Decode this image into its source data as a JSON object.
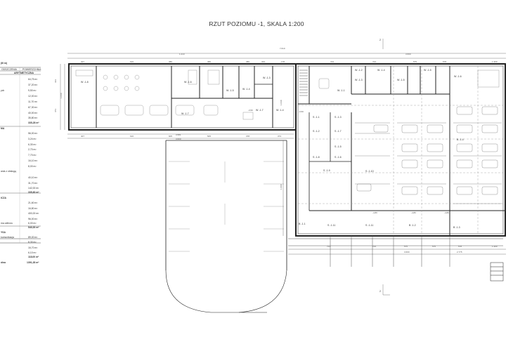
{
  "title": "RZUT POZIOMU -1, SKALA 1:200",
  "legend": {
    "header_fragment": "(III m)",
    "col_left": "ODSZCZENIA",
    "col_right": "POWIERZCHNIA",
    "sections": [
      {
        "title": "ARYTMETYCZNA",
        "rows": [
          {
            "name": "",
            "value": "64,75 m²"
          },
          {
            "name": "",
            "value": "37,20 m²"
          },
          {
            "name": "ych",
            "value": "9,50 m²"
          },
          {
            "name": "",
            "value": "12,00 m²"
          },
          {
            "name": "",
            "value": "11,70 m²"
          },
          {
            "name": "",
            "value": "67,30 m²"
          },
          {
            "name": "",
            "value": "40,00 m²"
          },
          {
            "name": "",
            "value": "35,80 m²"
          }
        ],
        "total": "335,28 m²"
      },
      {
        "title": "MA",
        "rows": [
          {
            "name": "",
            "value": "56,00 m²"
          },
          {
            "name": "",
            "value": "3,24 m²"
          },
          {
            "name": "",
            "value": "6,30 m²"
          },
          {
            "name": "",
            "value": "2,70 m²"
          },
          {
            "name": "",
            "value": "7,70 m²"
          },
          {
            "name": "",
            "value": "16,10 m²"
          },
          {
            "name": "ania z obsługą",
            "value": "8,00 m²"
          },
          {
            "name": "",
            "value": "40,10 m²"
          },
          {
            "name": "",
            "value": "31,70 m²"
          },
          {
            "name": "",
            "value": "142,00 m²"
          }
        ],
        "total": "335,60 m²"
      },
      {
        "title": "ICZA",
        "rows": [
          {
            "name": "",
            "value": "21,60 m²"
          },
          {
            "name": "",
            "value": "16,80 m²"
          },
          {
            "name": "",
            "value": "400,00 m²"
          },
          {
            "name": "",
            "value": "96,00 m²"
          },
          {
            "name": "ma odbioru",
            "value": "6,00 m²"
          }
        ],
        "total": "540,00 m²"
      },
      {
        "title": "YSA",
        "rows": [
          {
            "name": "komunikacja",
            "value": "89,00 m²"
          },
          {
            "name": "",
            "value": "8,30 m²"
          },
          {
            "name": "",
            "value": "16,70 m²"
          },
          {
            "name": "",
            "value": "6,10 m²"
          }
        ],
        "total": "118,00 m²"
      }
    ],
    "grand_total_label": "ólna",
    "grand_total": "1391,28 m²"
  },
  "dimensions": {
    "top_total_left": "7.610",
    "top_total_right": "3.600",
    "top_segments": [
      "407",
      "616",
      "386",
      "386",
      "386",
      "333",
      "178",
      "723",
      "724",
      "575",
      "578",
      "1.300"
    ],
    "top_total_mid": "1.210",
    "bottom_segments_left": [
      "407",
      "616",
      "605",
      "505",
      "378",
      "373"
    ],
    "bottom_total_left": "3.581",
    "bottom_total_left2": "3.600",
    "bottom_segments_right": [
      "723",
      "724",
      "575",
      "575",
      "578"
    ],
    "bottom_total_right": "3.600",
    "bottom_total_right2": "1.300",
    "left_side": [
      "333",
      "473",
      "1.040"
    ],
    "mid_side": [
      "1.040",
      "1.000"
    ],
    "small_right": "2.775"
  },
  "elevations": [
    "-3,50",
    "-3,50",
    "-4,80",
    "-4,80",
    "-4,80"
  ],
  "section_marks": [
    "2",
    "2"
  ],
  "rooms": {
    "r1": "W -1.8",
    "r2": "W -1.6",
    "r3": "W -1.7",
    "r4": "W -1.5",
    "r5": "W -1.4",
    "r6": "W -1.3",
    "r7": "W -1.1",
    "r8": "W -1.2",
    "r9": "W -1.1",
    "r10": "W -1.2",
    "r11": "W -1.3",
    "r12": "W -1.4",
    "r13": "W -1.5",
    "r14": "W -1.5",
    "r15": "W -1.6",
    "r16": "S -1.1",
    "r17": "S -1.3",
    "r18": "S -1.2",
    "r19": "S -1.7",
    "r20": "S -1.8",
    "r21": "S -1.5",
    "r22": "S -1.6",
    "r23": "S -1.9",
    "r24": "S -1.10",
    "r25": "S -1.11",
    "r26": "B -1.1",
    "r27": "B -1.2",
    "r28": "B -1.3",
    "r29": "B -1.4",
    "r30": "S -1.11",
    "r31": "S -1.1"
  },
  "grid_marks": [
    "1",
    "1",
    "1",
    "1",
    "1",
    "1",
    "1",
    "1",
    "1",
    "1",
    "1",
    "1"
  ]
}
